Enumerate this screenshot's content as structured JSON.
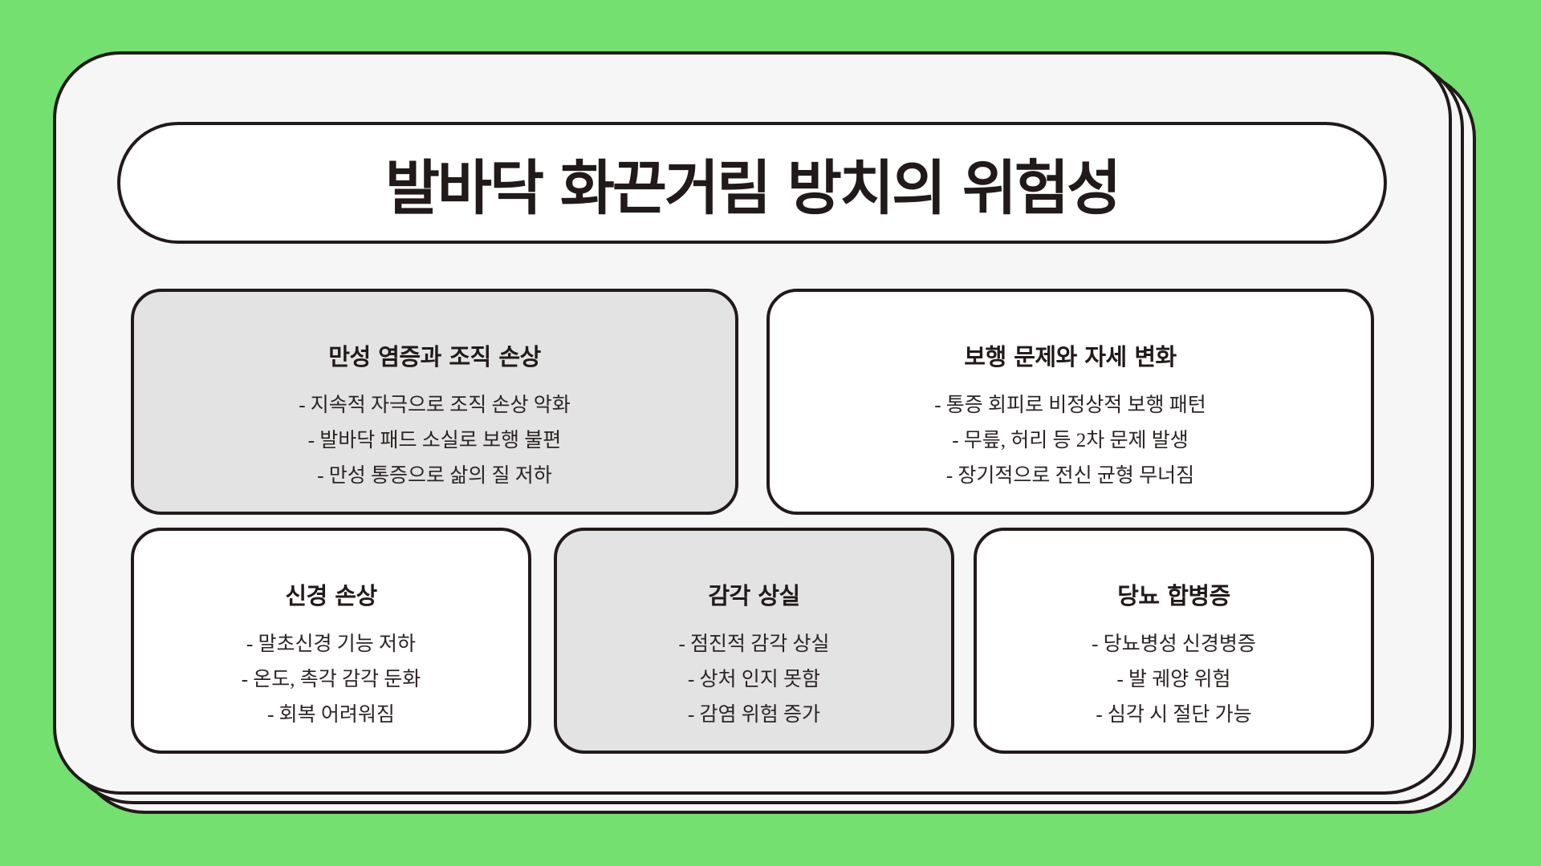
{
  "title": "발바닥 화끈거림 방치의 위험성",
  "colors": {
    "background": "#74e06f",
    "outline": "#221a1a",
    "card_gray": "#e3e3e3",
    "card_white": "#ffffff"
  },
  "cards": [
    {
      "title": "만성 염증과 조직 손상",
      "items": [
        "- 지속적 자극으로 조직 손상 악화",
        "- 발바닥 패드 소실로 보행 불편",
        "- 만성 통증으로 삶의 질 저하"
      ]
    },
    {
      "title": "보행 문제와 자세 변화",
      "items": [
        "- 통증 회피로 비정상적 보행 패턴",
        "- 무릎, 허리 등 2차 문제 발생",
        "- 장기적으로 전신 균형 무너짐"
      ]
    },
    {
      "title": "신경 손상",
      "items": [
        "- 말초신경 기능 저하",
        "- 온도, 촉각 감각 둔화",
        "- 회복 어려워짐"
      ]
    },
    {
      "title": "감각 상실",
      "items": [
        "- 점진적 감각 상실",
        "- 상처 인지 못함",
        "- 감염 위험 증가"
      ]
    },
    {
      "title": "당뇨 합병증",
      "items": [
        "- 당뇨병성 신경병증",
        "- 발 궤양 위험",
        "- 심각 시 절단 가능"
      ]
    }
  ]
}
